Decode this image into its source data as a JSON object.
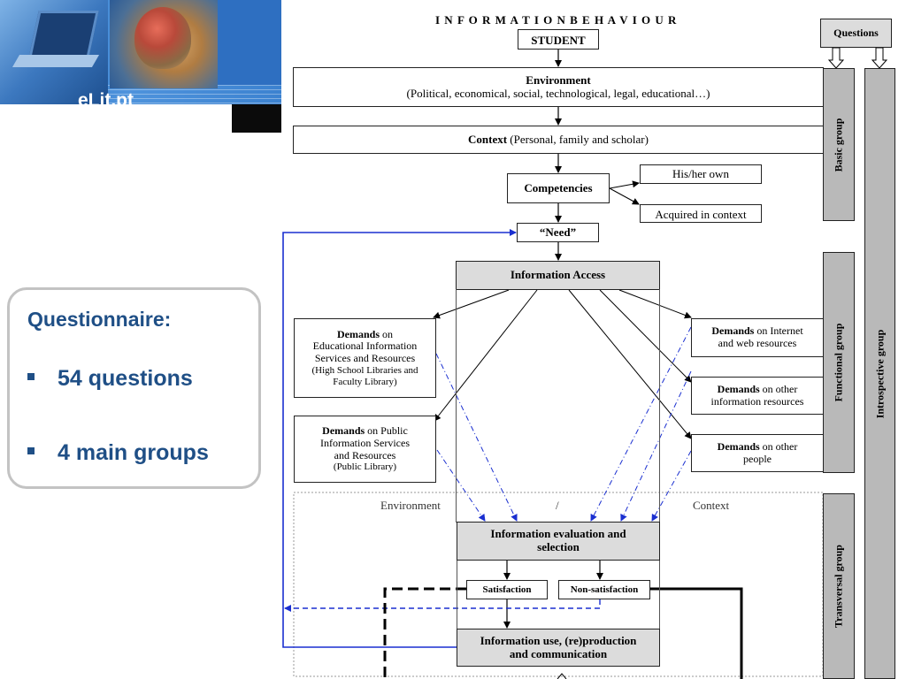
{
  "logo": {
    "text": "eLit.pt"
  },
  "questionnaire": {
    "title": "Questionnaire:",
    "items": [
      "54 questions",
      "4 main groups"
    ]
  },
  "diagram": {
    "title": "I N F O R M A T I O N   B E H A V I O U R",
    "student": "STUDENT",
    "questions": "Questions",
    "environment": {
      "title": "Environment",
      "detail": "(Political, economical, social, technological, legal, educational…)"
    },
    "context": {
      "title": "Context",
      "detail": "(Personal, family and scholar)"
    },
    "competencies": "Competencies",
    "own": "His/her own",
    "acquired": "Acquired in context",
    "need": "“Need”",
    "access": "Information Access",
    "demand_edu": {
      "bold": "Demands",
      "rest": " on",
      "lines": [
        "Educational Information",
        "Services and Resources"
      ],
      "small": [
        "(High School Libraries and",
        "Faculty Library)"
      ]
    },
    "demand_public": {
      "bold": "Demands",
      "rest": " on Public",
      "lines": [
        "Information Services",
        "and Resources"
      ],
      "small": [
        "(Public Library)"
      ]
    },
    "demand_internet": {
      "bold": "Demands",
      "rest": " on Internet",
      "lines": [
        "and web resources"
      ]
    },
    "demand_other_info": {
      "bold": "Demands",
      "rest": " on other",
      "lines": [
        "information resources"
      ]
    },
    "demand_people": {
      "bold": "Demands",
      "rest": " on other",
      "lines": [
        "people"
      ]
    },
    "env_label": "Environment",
    "slash": "/",
    "ctx_label": "Context",
    "evaluation": [
      "Information evaluation and",
      "selection"
    ],
    "satisfaction": "Satisfaction",
    "non_satisfaction": "Non-satisfaction",
    "use": [
      "Information use, (re)production",
      "and communication"
    ],
    "groups": {
      "basic": "Basic group",
      "functional": "Functional group",
      "transversal": "Transversal group",
      "introspective": "Introspective group"
    }
  },
  "colors": {
    "accent": "#1f4f86",
    "flow_blue": "#1a2fd0",
    "group_grey": "#b9b9b9",
    "box_grey": "#dcdcdc"
  }
}
